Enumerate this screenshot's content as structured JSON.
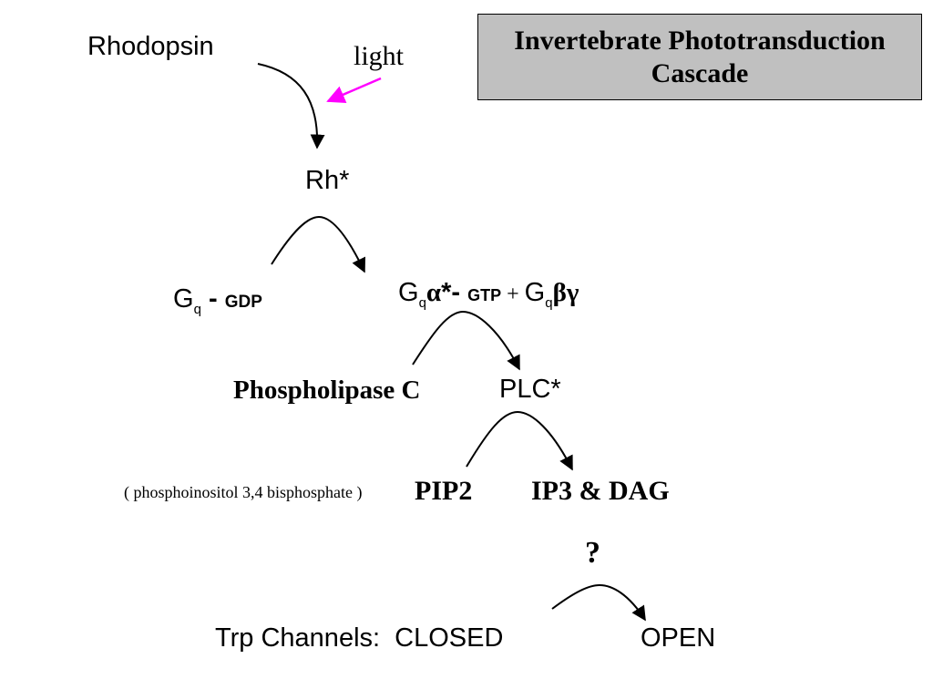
{
  "title": {
    "line1": "Invertebrate Phototransduction",
    "line2": "Cascade"
  },
  "rhodopsin": "Rhodopsin",
  "light": "light",
  "rh_star": "Rh*",
  "gq_gdp": {
    "g": "G",
    "q": "q",
    "dash": " - ",
    "gdp": "GDP"
  },
  "gq_active": {
    "g1": "G",
    "q1": "q",
    "alpha": "α",
    "star_dash": "*- ",
    "gtp": "GTP",
    "plus": " + ",
    "g2": "G",
    "q2": "q",
    "betagamma": "βγ"
  },
  "phospholipase": "Phospholipase C",
  "plc_star": "PLC*",
  "pip2_note": "( phosphoinositol 3,4 bisphosphate )",
  "pip2": "PIP2",
  "ip3_dag": "IP3 & DAG",
  "question": "?",
  "trp": {
    "label": "Trp Channels:  CLOSED",
    "open": "OPEN"
  },
  "colors": {
    "light_arrow": "#ff00ff",
    "title_box": "#c0c0c0"
  }
}
